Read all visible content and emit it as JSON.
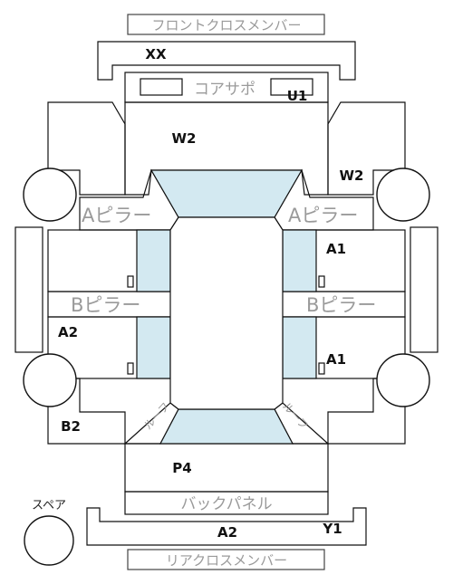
{
  "labels": {
    "front_cross_member": "フロントクロスメンバー",
    "core_support": "コアサポ",
    "a_pillar_left": "Aピラー",
    "a_pillar_right": "Aピラー",
    "b_pillar_left": "Bピラー",
    "b_pillar_right": "Bピラー",
    "roof_rear_left": "ルーフ",
    "roof_rear_right": "ルーフ",
    "back_panel": "バックパネル",
    "spare": "スペア",
    "rear_cross_member": "リアクロスメンバー"
  },
  "codes": {
    "front_member": "XX",
    "core_support": "U1",
    "front_left": "W2",
    "front_right": "W2",
    "front_door_right": "A1",
    "rear_door_right": "A1",
    "rear_door_left": "A2",
    "rear_quarter_left": "B2",
    "trunk": "P4",
    "rear_member": "A2",
    "rear_member_right": "Y1"
  },
  "colors": {
    "line": "#111111",
    "glass": "#d3e9f1",
    "grey_text": "#9a9a9a"
  }
}
